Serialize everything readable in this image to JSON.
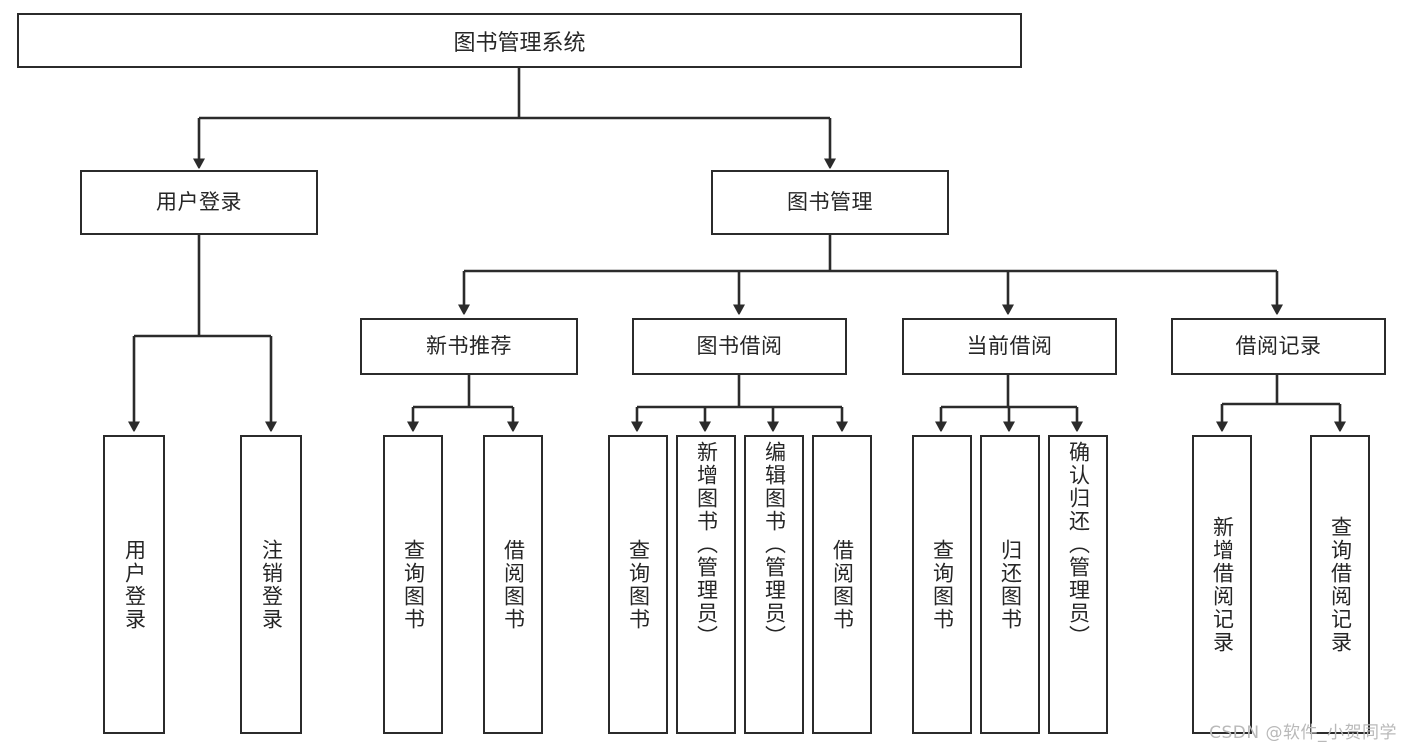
{
  "diagram": {
    "type": "tree-hierarchy",
    "title": "图书管理系统",
    "watermark": "CSDN @软件_小贺同学",
    "colors": {
      "stroke": "#2b2b2b",
      "fill": "#ffffff",
      "text": "#262626",
      "watermark": "#b9b9b9"
    },
    "root": {
      "label": "图书管理系统"
    },
    "level1": [
      {
        "label": "用户登录"
      },
      {
        "label": "图书管理"
      }
    ],
    "level2": [
      {
        "label": "新书推荐"
      },
      {
        "label": "图书借阅"
      },
      {
        "label": "当前借阅"
      },
      {
        "label": "借阅记录"
      }
    ],
    "leaves": {
      "user_login": [
        {
          "label": "用户登录"
        },
        {
          "label": "注销登录"
        }
      ],
      "new_book_recommend": [
        {
          "label": "查询图书"
        },
        {
          "label": "借阅图书"
        }
      ],
      "book_borrow": [
        {
          "label": "查询图书"
        },
        {
          "label": "新增图书（管理员）"
        },
        {
          "label": "编辑图书（管理员）"
        },
        {
          "label": "借阅图书"
        }
      ],
      "current_borrow": [
        {
          "label": "查询图书"
        },
        {
          "label": "归还图书"
        },
        {
          "label": "确认归还（管理员）"
        }
      ],
      "borrow_record": [
        {
          "label": "新增借阅记录"
        },
        {
          "label": "查询借阅记录"
        }
      ]
    }
  }
}
